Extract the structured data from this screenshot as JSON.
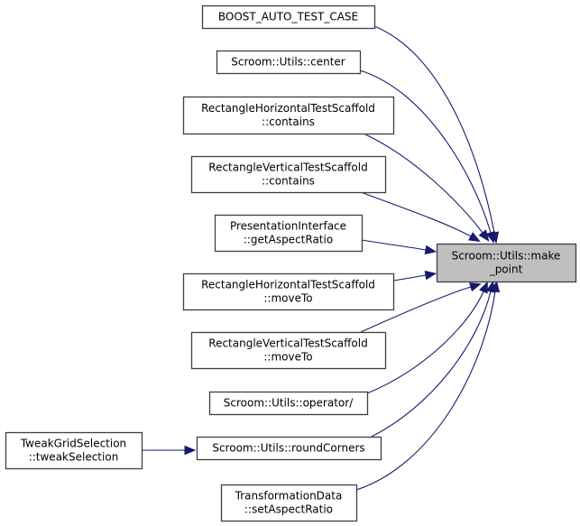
{
  "diagram": {
    "type": "call-graph",
    "edge_color": "#191970",
    "target": {
      "id": "make_point",
      "label_lines": [
        "Scroom::Utils::make",
        "_point"
      ],
      "fill": "#bfbfbf"
    },
    "callers": [
      {
        "id": "boost_auto_test_case",
        "label_lines": [
          "BOOST_AUTO_TEST_CASE"
        ]
      },
      {
        "id": "utils_center",
        "label_lines": [
          "Scroom::Utils::center"
        ]
      },
      {
        "id": "rht_contains",
        "label_lines": [
          "RectangleHorizontalTestScaffold",
          "::contains"
        ]
      },
      {
        "id": "rvt_contains",
        "label_lines": [
          "RectangleVerticalTestScaffold",
          "::contains"
        ]
      },
      {
        "id": "pi_getaspectratio",
        "label_lines": [
          "PresentationInterface",
          "::getAspectRatio"
        ]
      },
      {
        "id": "rht_moveto",
        "label_lines": [
          "RectangleHorizontalTestScaffold",
          "::moveTo"
        ]
      },
      {
        "id": "rvt_moveto",
        "label_lines": [
          "RectangleVerticalTestScaffold",
          "::moveTo"
        ]
      },
      {
        "id": "utils_operator_div",
        "label_lines": [
          "Scroom::Utils::operator/"
        ]
      },
      {
        "id": "utils_roundcorners",
        "label_lines": [
          "Scroom::Utils::roundCorners"
        ]
      },
      {
        "id": "td_setaspectratio",
        "label_lines": [
          "TransformationData",
          "::setAspectRatio"
        ]
      }
    ],
    "second_level": [
      {
        "id": "tgs_tweakselection",
        "label_lines": [
          "TweakGridSelection",
          "::tweakSelection"
        ],
        "calls": "utils_roundcorners"
      }
    ]
  }
}
